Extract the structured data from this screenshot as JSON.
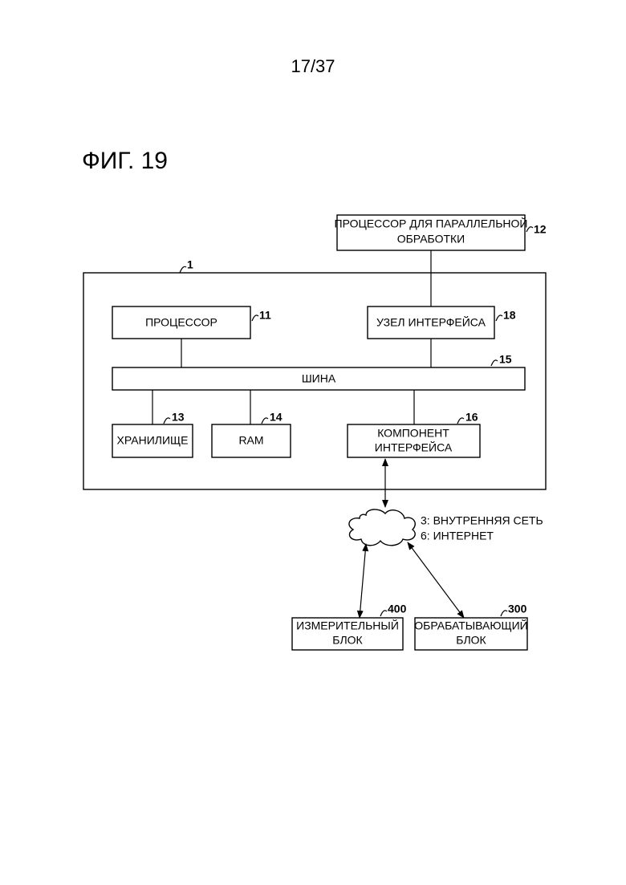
{
  "page_number": "17/37",
  "figure_title": "ФИГ. 19",
  "diagram": {
    "system": {
      "ref": "1"
    },
    "parallel_processor": {
      "line1": "ПРОЦЕССОР ДЛЯ ПАРАЛЛЕЛЬНОЙ",
      "line2": "ОБРАБОТКИ",
      "ref": "12"
    },
    "processor": {
      "label": "ПРОЦЕССОР",
      "ref": "11"
    },
    "interface_node": {
      "label": "УЗЕЛ ИНТЕРФЕЙСА",
      "ref": "18"
    },
    "bus": {
      "label": "ШИНА",
      "ref": "15"
    },
    "storage": {
      "label": "ХРАНИЛИЩЕ",
      "ref": "13"
    },
    "ram": {
      "label": "RAM",
      "ref": "14"
    },
    "interface_component": {
      "line1": "КОМПОНЕНТ",
      "line2": "ИНТЕРФЕЙСА",
      "ref": "16"
    },
    "network": {
      "line1": "3: ВНУТРЕННЯЯ СЕТЬ",
      "line2": "6: ИНТЕРНЕТ"
    },
    "measuring_unit": {
      "line1": "ИЗМЕРИТЕЛЬНЫЙ",
      "line2": "БЛОК",
      "ref": "400"
    },
    "processing_unit": {
      "line1": "ОБРАБАТЫВАЮЩИЙ",
      "line2": "БЛОК",
      "ref": "300"
    }
  }
}
